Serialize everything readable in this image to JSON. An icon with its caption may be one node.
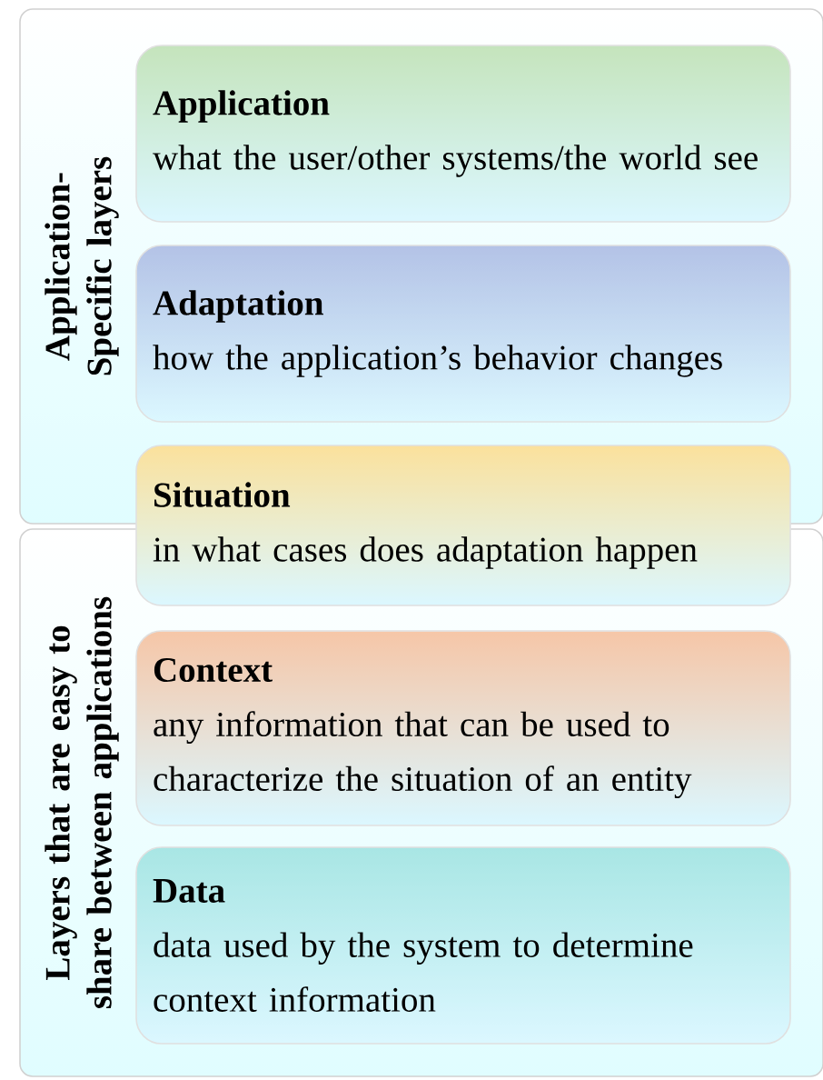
{
  "diagram": {
    "nodes": [
      {
        "text": [
          "Application-Specific layers"
        ]
      },
      {
        "text": [
          "Layers that are easy to share between applications"
        ]
      },
      {
        "text": [
          "Application",
          "what the user/other systems/the world see"
        ],
        "in": 0
      },
      {
        "text": [
          "Adaptation",
          "how the application’s behavior changes"
        ],
        "in": 0
      },
      {
        "text": [
          "Situation",
          "in what cases does adaptation happen"
        ]
      },
      {
        "text": [
          "Context",
          "any information that can be used to characterize the situation of an entity"
        ],
        "in": 1
      },
      {
        "text": [
          "Data",
          "data used by the system to determine context information"
        ],
        "in": 1
      }
    ]
  }
}
